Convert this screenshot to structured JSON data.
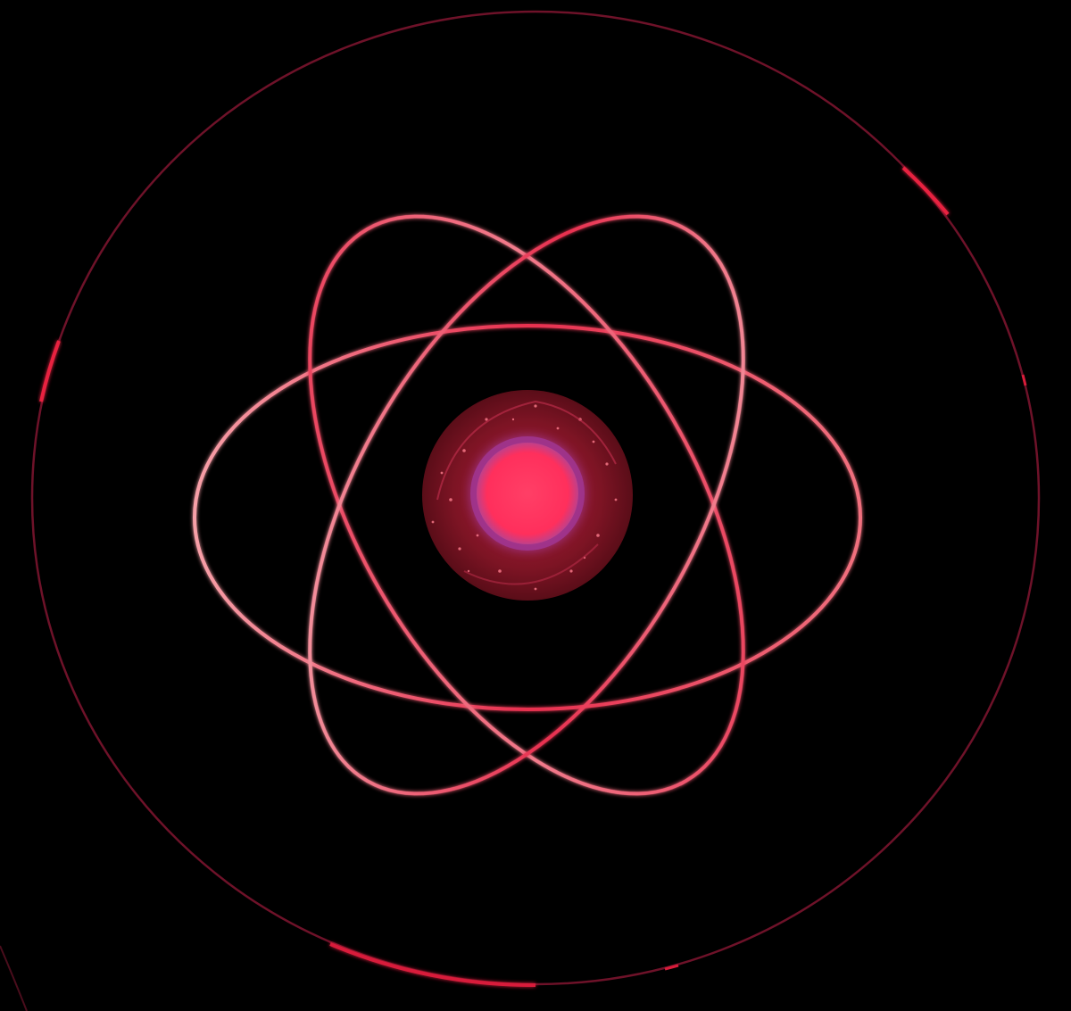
{
  "scene": {
    "subject": "atom-symbol",
    "background_color": "#000000",
    "colors": {
      "outer_ring": "#7a1530",
      "outer_ring_highlight": "#e8203f",
      "orbit_primary": "#e8304f",
      "orbit_light": "#f7a0a8",
      "nucleus_shell": "#8c1a2a",
      "nucleus_core": "#ff3a62",
      "nucleus_glow": "#b04bd8",
      "particles": "#ff7e8e"
    },
    "components": {
      "outer_ring_count": 1,
      "orbit_count": 3,
      "nucleus_count": 1
    }
  }
}
